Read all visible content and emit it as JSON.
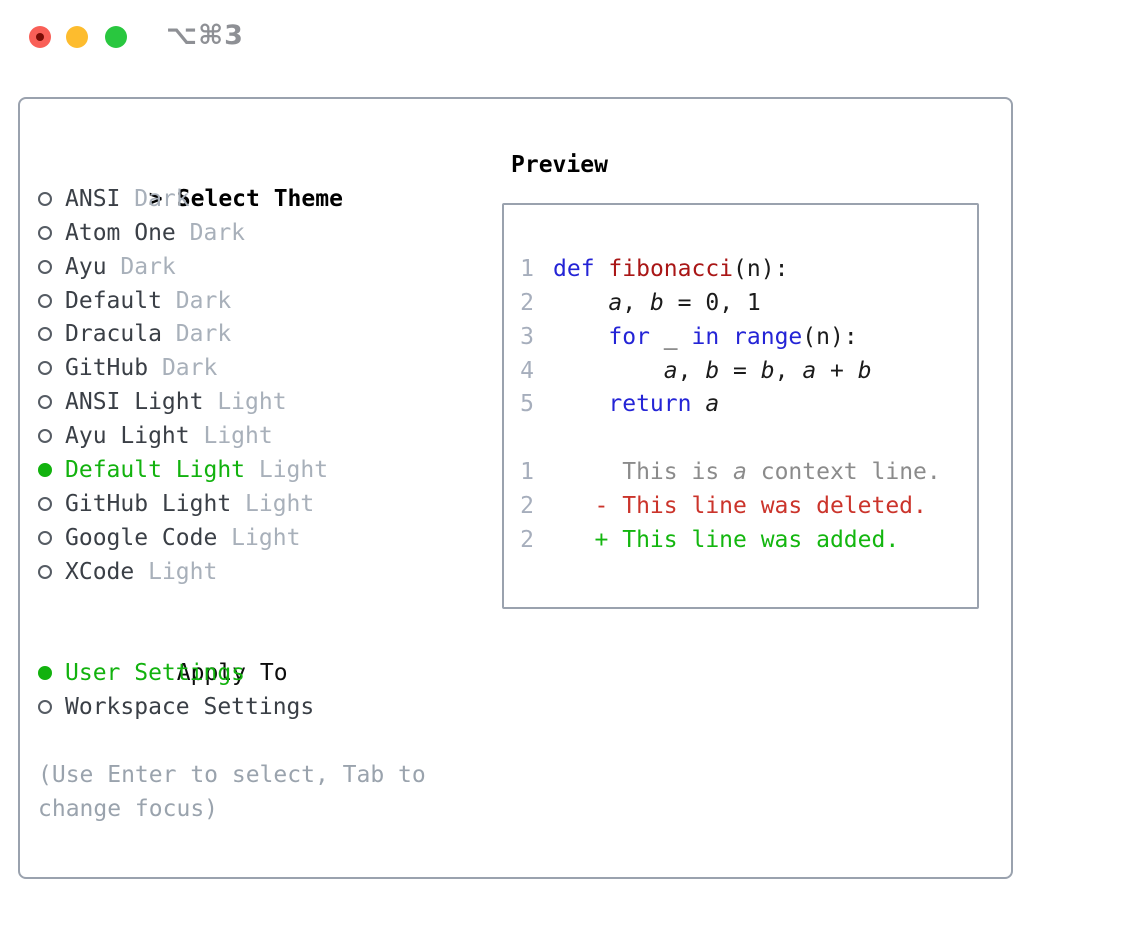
{
  "window": {
    "title": "⌥⌘3",
    "traffic_lights": {
      "close": "close-button",
      "minimize": "minimize-button",
      "zoom": "zoom-button"
    }
  },
  "theme_selector": {
    "header": {
      "marker": ">",
      "label": "Select Theme"
    },
    "items": [
      {
        "name": "ANSI",
        "variant": "Dark",
        "selected": false
      },
      {
        "name": "Atom One",
        "variant": "Dark",
        "selected": false
      },
      {
        "name": "Ayu",
        "variant": "Dark",
        "selected": false
      },
      {
        "name": "Default",
        "variant": "Dark",
        "selected": false
      },
      {
        "name": "Dracula",
        "variant": "Dark",
        "selected": false
      },
      {
        "name": "GitHub",
        "variant": "Dark",
        "selected": false
      },
      {
        "name": "ANSI Light",
        "variant": "Light",
        "selected": false
      },
      {
        "name": "Ayu Light",
        "variant": "Light",
        "selected": false
      },
      {
        "name": "Default Light",
        "variant": "Light",
        "selected": true
      },
      {
        "name": "GitHub Light",
        "variant": "Light",
        "selected": false
      },
      {
        "name": "Google Code",
        "variant": "Light",
        "selected": false
      },
      {
        "name": "XCode",
        "variant": "Light",
        "selected": false
      }
    ],
    "apply_to": {
      "label": "Apply To",
      "options": [
        {
          "name": "User Settings",
          "selected": true
        },
        {
          "name": "Workspace Settings",
          "selected": false
        }
      ]
    },
    "hint": "(Use Enter to select, Tab to change focus)"
  },
  "preview": {
    "label": "Preview",
    "token_colors": {
      "kw": "#2424d6",
      "fn": "#a91616",
      "pl": "#1b1b1b",
      "var": "#1b1b1b",
      "ctx": "#8b8b8b",
      "ctxvar": "#8b8b8b",
      "del": "#cb342b",
      "add": "#13b60f"
    },
    "lines": [
      {
        "num": "1",
        "tokens": [
          [
            "kw",
            "def"
          ],
          [
            "pl",
            " "
          ],
          [
            "fn",
            "fibonacci"
          ],
          [
            "pl",
            "(n):"
          ]
        ]
      },
      {
        "num": "2",
        "tokens": [
          [
            "pl",
            "    "
          ],
          [
            "var",
            "a"
          ],
          [
            "pl",
            ", "
          ],
          [
            "var",
            "b"
          ],
          [
            "pl",
            " = 0, 1"
          ]
        ]
      },
      {
        "num": "3",
        "tokens": [
          [
            "pl",
            "    "
          ],
          [
            "kw",
            "for"
          ],
          [
            "pl",
            " _ "
          ],
          [
            "kw",
            "in"
          ],
          [
            "pl",
            " "
          ],
          [
            "kw",
            "range"
          ],
          [
            "pl",
            "(n):"
          ]
        ]
      },
      {
        "num": "4",
        "tokens": [
          [
            "pl",
            "        "
          ],
          [
            "var",
            "a"
          ],
          [
            "pl",
            ", "
          ],
          [
            "var",
            "b"
          ],
          [
            "pl",
            " = "
          ],
          [
            "var",
            "b"
          ],
          [
            "pl",
            ", "
          ],
          [
            "var",
            "a"
          ],
          [
            "pl",
            " + "
          ],
          [
            "var",
            "b"
          ]
        ]
      },
      {
        "num": "5",
        "tokens": [
          [
            "pl",
            "    "
          ],
          [
            "kw",
            "return"
          ],
          [
            "pl",
            " "
          ],
          [
            "var",
            "a"
          ]
        ]
      },
      {
        "num": "",
        "tokens": []
      },
      {
        "num": "1",
        "tokens": [
          [
            "ctx",
            "     This is "
          ],
          [
            "ctxvar",
            "a"
          ],
          [
            "ctx",
            " context line."
          ]
        ]
      },
      {
        "num": "2",
        "tokens": [
          [
            "del",
            "   - This line was deleted."
          ]
        ]
      },
      {
        "num": "2",
        "tokens": [
          [
            "add",
            "   + This line was added."
          ]
        ]
      }
    ]
  },
  "colors": {
    "accent_green": "#12b20e",
    "border_gray": "#9aa2ae",
    "muted_gray": "#a8b0ba",
    "hint_gray": "#9aa3ad",
    "traffic_red": "#f95f57",
    "traffic_yellow": "#fdbc2e",
    "traffic_green": "#29c73f"
  }
}
